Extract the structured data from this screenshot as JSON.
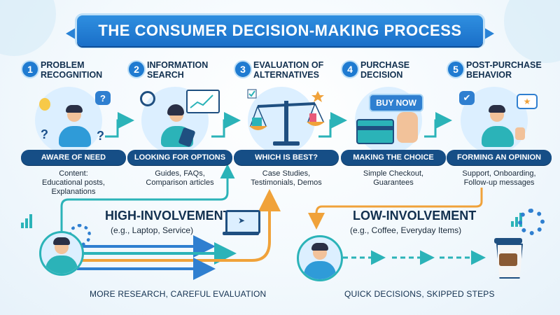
{
  "title": "THE CONSUMER DECISION-MAKING PROCESS",
  "colors": {
    "banner": "#1f7bd1",
    "pill": "#164e86",
    "teal": "#2bb3b8",
    "orange": "#f0a23a",
    "blue": "#2f7fd0"
  },
  "steps": [
    {
      "number": "1",
      "title_line1": "PROBLEM",
      "title_line2": "RECOGNITION",
      "pill": "AWARE OF NEED",
      "content": [
        "Content:",
        "Educational posts,",
        "Explanations"
      ],
      "icon": "thinking-person-icon"
    },
    {
      "number": "2",
      "title_line1": "INFORMATION",
      "title_line2": "SEARCH",
      "pill": "LOOKING FOR OPTIONS",
      "content": [
        "Guides, FAQs,",
        "Comparison articles"
      ],
      "icon": "searching-person-icon"
    },
    {
      "number": "3",
      "title_line1": "EVALUATION OF",
      "title_line2": "ALTERNATIVES",
      "pill": "WHICH IS BEST?",
      "content": [
        "Case Studies,",
        "Testimonials, Demos"
      ],
      "icon": "balance-scale-icon"
    },
    {
      "number": "4",
      "title_line1": "PURCHASE",
      "title_line2": "DECISION",
      "pill": "MAKING THE CHOICE",
      "content": [
        "Simple Checkout,",
        "Guarantees"
      ],
      "icon": "buy-now-card-icon",
      "button_label": "BUY NOW"
    },
    {
      "number": "5",
      "title_line1": "POST-PURCHASE",
      "title_line2": "BEHAVIOR",
      "pill": "FORMING AN OPINION",
      "content": [
        "Support, Onboarding,",
        "Follow-up messages"
      ],
      "icon": "thumbs-up-person-icon"
    }
  ],
  "high_involvement": {
    "title": "HIGH-INVOLVEMENT",
    "subtitle": "(e.g., Laptop, Service)",
    "caption": "MORE RESEARCH, CAREFUL EVALUATION"
  },
  "low_involvement": {
    "title": "LOW-INVOLVEMENT",
    "subtitle": "(e.g., Coffee, Everyday Items)",
    "caption": "QUICK DECISIONS, SKIPPED STEPS"
  }
}
